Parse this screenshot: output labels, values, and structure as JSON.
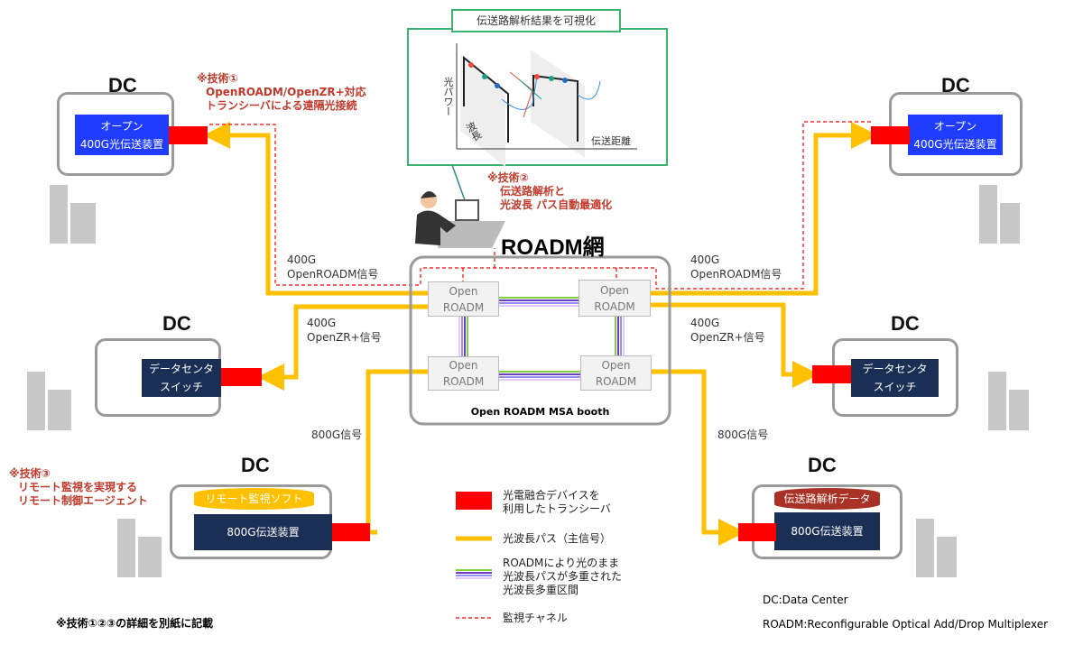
{
  "colors": {
    "optical_path": "#ffc000",
    "transceiver": "#ff0000",
    "monitor": "#ff0000",
    "open_device": "#1f3cff",
    "switch": "#1b2f55",
    "agent_software": "#ffc000",
    "analysis_data": "#a93226"
  },
  "visualization": {
    "title": "伝送路解析結果を可視化",
    "y_axis": "光パワー",
    "depth_axis": "波長",
    "x_axis": "伝送距離"
  },
  "network": {
    "title": "ROADM網",
    "booth": "Open ROADM MSA booth",
    "nodes": [
      [
        "Open",
        "ROADM"
      ],
      [
        "Open",
        "ROADM"
      ],
      [
        "Open",
        "ROADM"
      ],
      [
        "Open",
        "ROADM"
      ]
    ]
  },
  "dc_label": "DC",
  "dcs": {
    "top_left": {
      "device": [
        "オープン",
        "400G光伝送装置"
      ]
    },
    "top_right": {
      "device": [
        "オープン",
        "400G光伝送装置"
      ]
    },
    "mid_left": {
      "device": [
        "データセンタ",
        "スイッチ"
      ]
    },
    "mid_right": {
      "device": [
        "データセンタ",
        "スイッチ"
      ]
    },
    "bottom_left": {
      "software": "リモート監視ソフト",
      "device": "800G伝送装置"
    },
    "bottom_right": {
      "software": "伝送路解析データ",
      "device": "800G伝送装置"
    }
  },
  "signals": {
    "openroadm": [
      "400G",
      "OpenROADM信号"
    ],
    "openzr": [
      "400G",
      "OpenZR+信号"
    ],
    "g800": "800G信号"
  },
  "tech": {
    "t1": [
      "※技術①",
      "OpenROADM/OpenZR+対応",
      "トランシーバによる遠隔光接続"
    ],
    "t2": [
      "※技術②",
      "伝送路解析と",
      "光波長 パス自動最適化"
    ],
    "t3": [
      "※技術③",
      "リモート監視を実現する",
      "リモート制御エージェント"
    ]
  },
  "legend": {
    "transceiver": [
      "光電融合デバイスを",
      "利用したトランシーバ"
    ],
    "path": "光波長パス（主信号）",
    "wdm": [
      "ROADMにより光のまま",
      "光波長パスが多重された",
      "光波長多重区間"
    ],
    "monitor": "監視チャネル"
  },
  "footer": {
    "note": "※技術①②③の詳細を別紙に記載",
    "abbr1": "DC:Data Center",
    "abbr2": "ROADM:Reconfigurable Optical Add/Drop Multiplexer"
  }
}
